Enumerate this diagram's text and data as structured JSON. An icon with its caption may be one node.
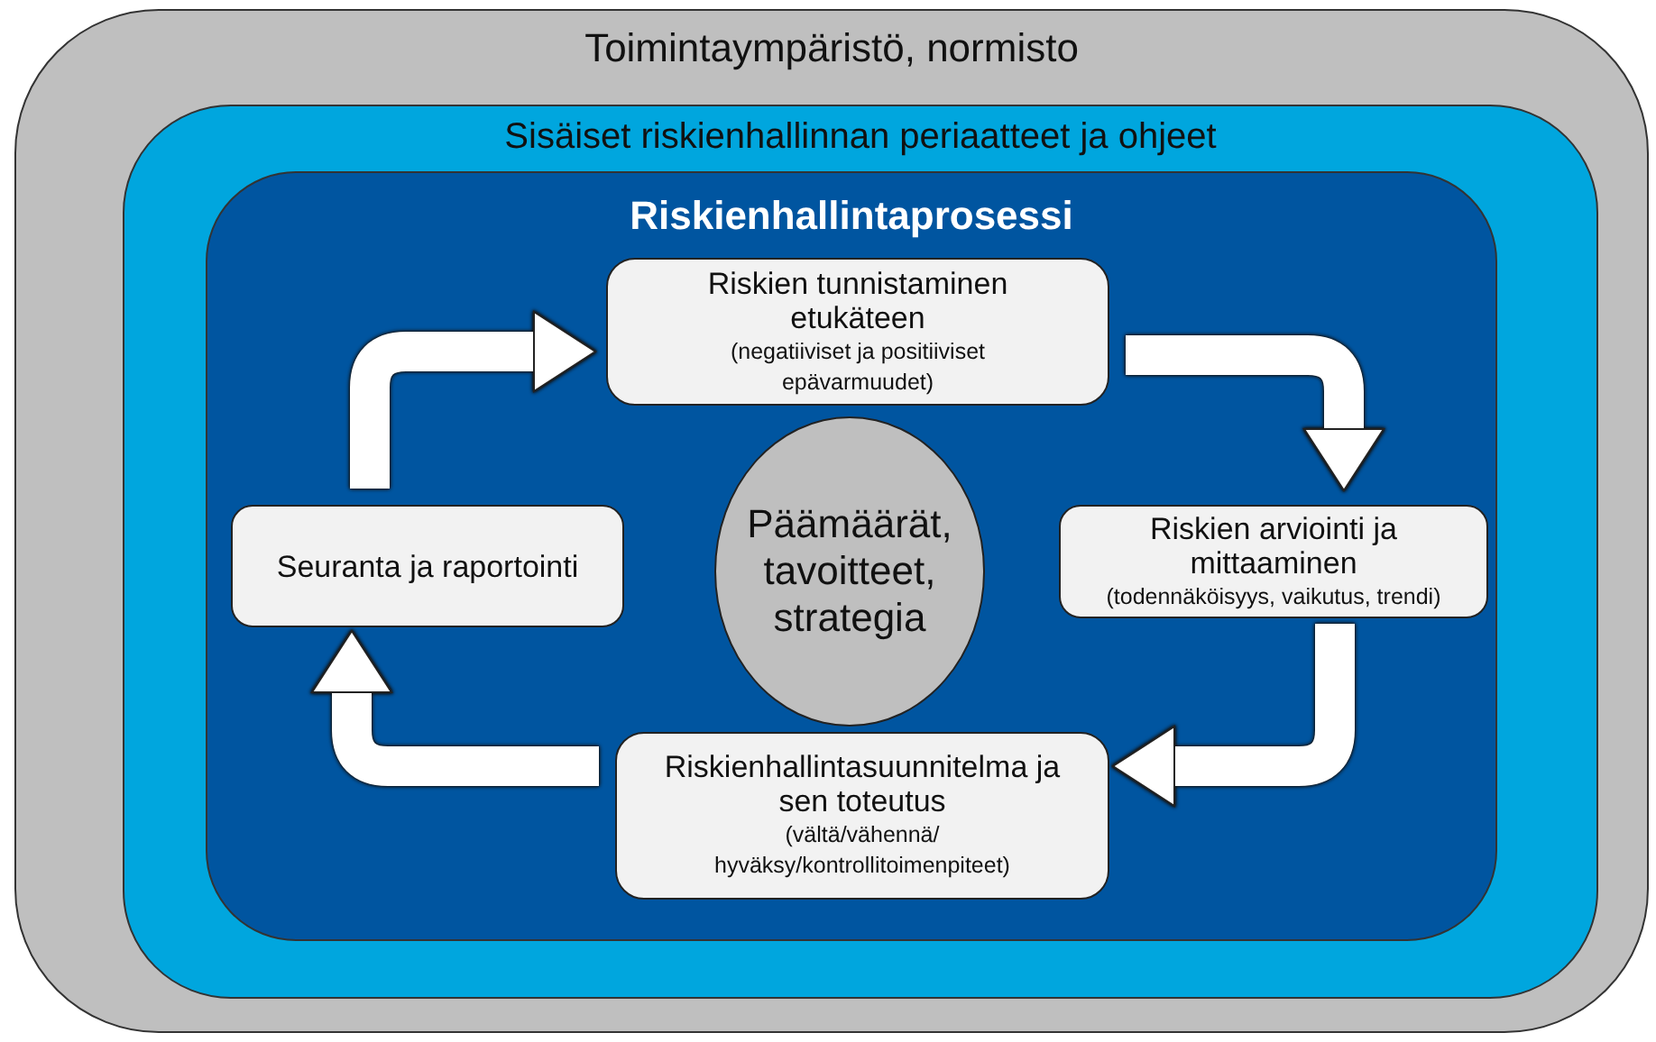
{
  "diagram": {
    "nodes": [
      {
        "text": [
          "Toimintaympäristö, normisto"
        ]
      },
      {
        "text": [
          "Sisäiset riskienhallinnan periaatteet ja ohjeet"
        ],
        "in": 0
      },
      {
        "text": [
          "Riskienhallintaprosessi"
        ],
        "in": 1
      },
      {
        "text": [
          "Riskien tunnistaminen etukäteen",
          "(negatiiviset ja positiiviset epävarmuudet)"
        ],
        "in": 2
      },
      {
        "text": [
          "Seuranta ja raportointi"
        ],
        "in": 2
      },
      {
        "text": [
          "Päämäärät, tavoitteet, strategia"
        ],
        "in": 2
      },
      {
        "text": [
          "Riskien arviointi ja mittaaminen",
          "(todennäköisyys, vaikutus, trendi)"
        ],
        "in": 2
      },
      {
        "text": [
          "Riskienhallintasuunnitelma ja sen toteutus",
          "(vältä/vähennä/ hyväksy/kontrollitoimenpiteet)"
        ],
        "in": 2
      }
    ],
    "edges": [
      {
        "from": 4,
        "to": 3,
        "arrow": "to"
      },
      {
        "from": 3,
        "to": 6,
        "arrow": "to"
      },
      {
        "from": 6,
        "to": 7,
        "arrow": "to"
      },
      {
        "from": 7,
        "to": 4,
        "arrow": "to"
      }
    ]
  }
}
